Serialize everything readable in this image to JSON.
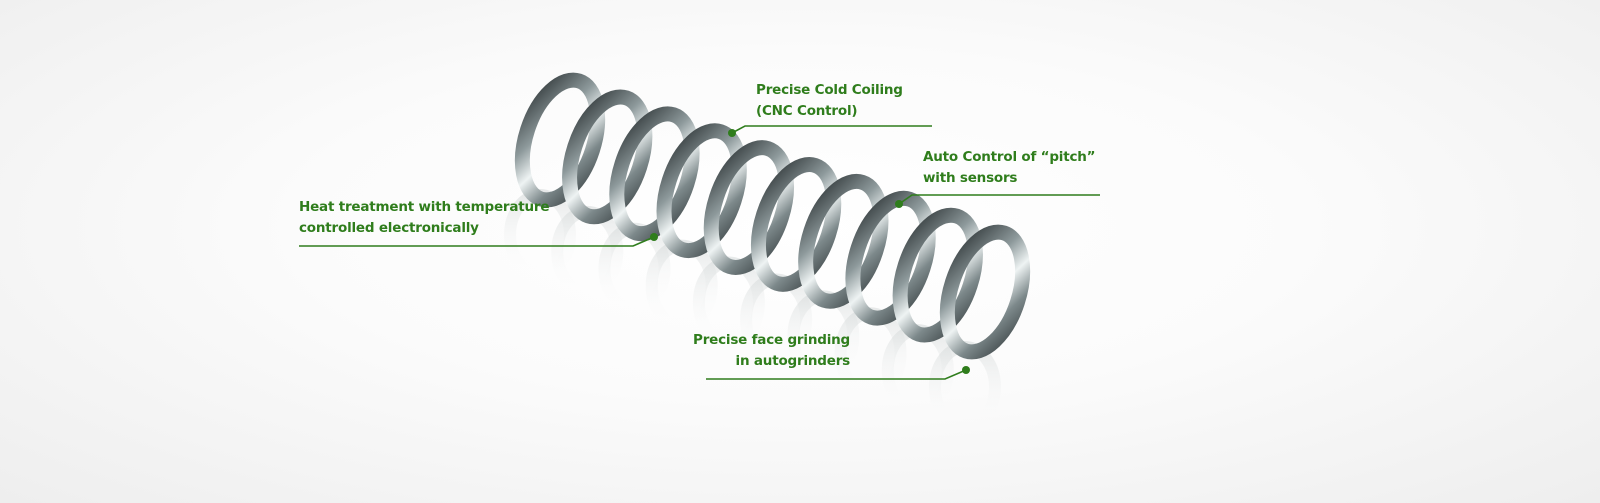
{
  "colors": {
    "accent": "#2f7d1c",
    "steel_dark": "#3c4446",
    "steel_light": "#e6ecec"
  },
  "callouts": {
    "cold_coiling": {
      "line1": "Precise Cold Coiling",
      "line2": "(CNC Control)"
    },
    "pitch": {
      "line1": "Auto Control of “pitch”",
      "line2": "with sensors"
    },
    "heat": {
      "line1": "Heat treatment with temperature",
      "line2": "controlled electronically"
    },
    "grinding": {
      "line1": "Precise face grinding",
      "line2": "in autogrinders"
    }
  }
}
